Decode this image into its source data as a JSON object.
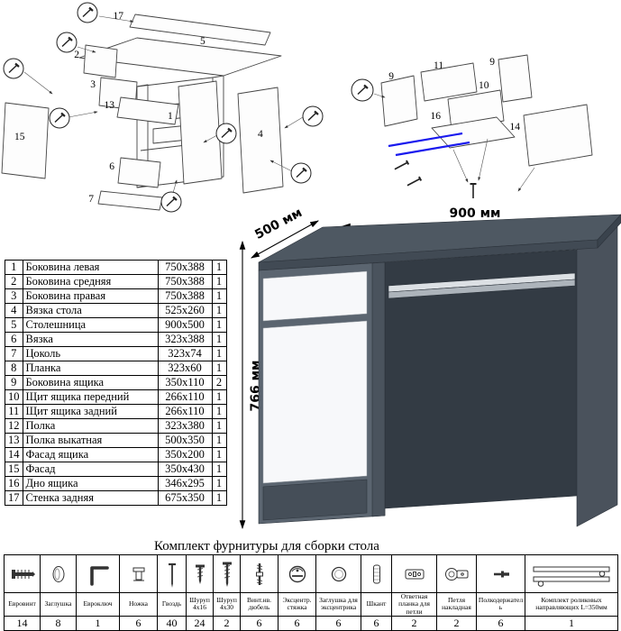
{
  "title": "Комплект фурнитуры для сборки стола",
  "desk": {
    "width_label": "900 мм",
    "depth_label": "500 мм",
    "height_label": "766 мм"
  },
  "exploded_left": {
    "labels": [
      "17",
      "5",
      "2",
      "3",
      "13",
      "15",
      "6",
      "1",
      "7",
      "4"
    ]
  },
  "exploded_right": {
    "labels": [
      "11",
      "9",
      "9",
      "10",
      "16",
      "14"
    ]
  },
  "parts": {
    "rows": [
      {
        "num": "1",
        "name": "Боковина левая",
        "size": "750x388",
        "qty": "1"
      },
      {
        "num": "2",
        "name": "Боковина средняя",
        "size": "750x388",
        "qty": "1"
      },
      {
        "num": "3",
        "name": "Боковина правая",
        "size": "750x388",
        "qty": "1"
      },
      {
        "num": "4",
        "name": "Вязка стола",
        "size": "525x260",
        "qty": "1"
      },
      {
        "num": "5",
        "name": "Столешница",
        "size": "900x500",
        "qty": "1"
      },
      {
        "num": "6",
        "name": "Вязка",
        "size": "323x388",
        "qty": "1"
      },
      {
        "num": "7",
        "name": "Цоколь",
        "size": "323x74",
        "qty": "1"
      },
      {
        "num": "8",
        "name": "Планка",
        "size": "323x60",
        "qty": "1"
      },
      {
        "num": "9",
        "name": "Боковина ящика",
        "size": "350x110",
        "qty": "2"
      },
      {
        "num": "10",
        "name": "Щит ящика передний",
        "size": "266x110",
        "qty": "1"
      },
      {
        "num": "11",
        "name": "Щит ящика задний",
        "size": "266x110",
        "qty": "1"
      },
      {
        "num": "12",
        "name": "Полка",
        "size": "323x380",
        "qty": "1"
      },
      {
        "num": "13",
        "name": "Полка выкатная",
        "size": "500x350",
        "qty": "1"
      },
      {
        "num": "14",
        "name": "Фасад ящика",
        "size": "350x200",
        "qty": "1"
      },
      {
        "num": "15",
        "name": "Фасад",
        "size": "350x430",
        "qty": "1"
      },
      {
        "num": "16",
        "name": "Дно ящика",
        "size": "346x295",
        "qty": "1"
      },
      {
        "num": "17",
        "name": "Стенка задняя",
        "size": "675x350",
        "qty": "1"
      }
    ]
  },
  "hardware": {
    "items": [
      {
        "name": "Евровинт",
        "qty": "14"
      },
      {
        "name": "Заглушка",
        "qty": "8"
      },
      {
        "name": "Евроключ",
        "qty": "1"
      },
      {
        "name": "Ножка",
        "qty": "6"
      },
      {
        "name": "Гвоздь",
        "qty": "40"
      },
      {
        "name": "Шуруп 4x16",
        "qty": "24"
      },
      {
        "name": "Шуруп 4x30",
        "qty": "2"
      },
      {
        "name": "Винт.нв. дюбель",
        "qty": "6"
      },
      {
        "name": "Эксцентр. стяжка",
        "qty": "6"
      },
      {
        "name": "Заглушка для эксцентрика",
        "qty": "6"
      },
      {
        "name": "Шкант",
        "qty": "6"
      },
      {
        "name": "Ответная планка для петли",
        "qty": "2"
      },
      {
        "name": "Петля накладная",
        "qty": "2"
      },
      {
        "name": "Полкодержатель",
        "qty": "6"
      },
      {
        "name": "Комплект роликовых направляющих L=350мм",
        "qty": "1"
      }
    ]
  }
}
